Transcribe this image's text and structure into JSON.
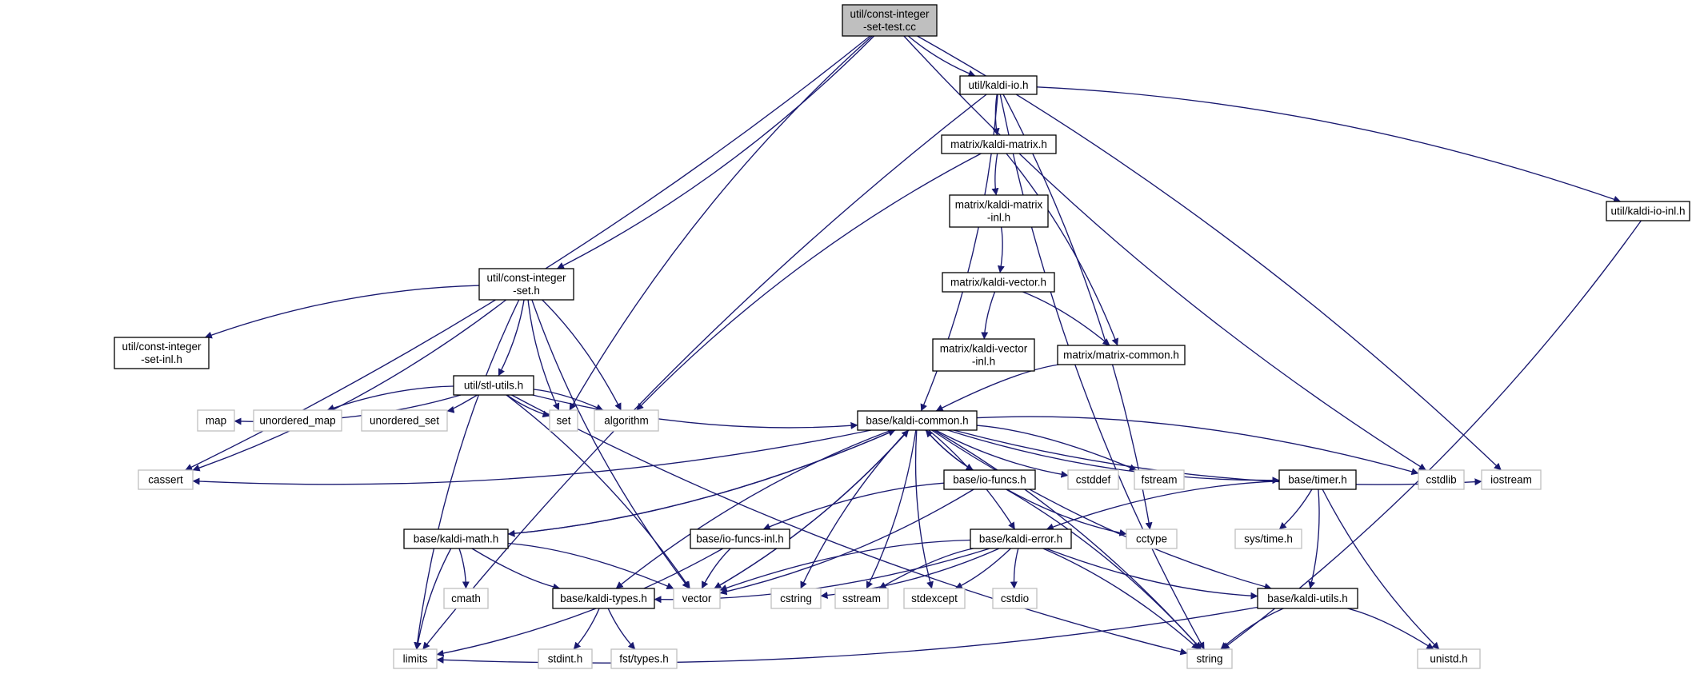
{
  "graph": {
    "colors": {
      "edge": "#191970",
      "node_border": "#000000",
      "external_border": "#bfbfbf",
      "root_fill": "#bfbfbf",
      "text": "#000000",
      "external_text": "#000000"
    },
    "nodes": [
      {
        "id": "root",
        "lines": [
          "util/const-integer",
          "-set-test.cc"
        ],
        "kind": "root"
      },
      {
        "id": "kaldi-io",
        "lines": [
          "util/kaldi-io.h"
        ],
        "kind": "file"
      },
      {
        "id": "kaldi-matrix",
        "lines": [
          "matrix/kaldi-matrix.h"
        ],
        "kind": "file"
      },
      {
        "id": "kaldi-matrix-inl",
        "lines": [
          "matrix/kaldi-matrix",
          "-inl.h"
        ],
        "kind": "file"
      },
      {
        "id": "kaldi-vector",
        "lines": [
          "matrix/kaldi-vector.h"
        ],
        "kind": "file"
      },
      {
        "id": "kaldi-vector-inl",
        "lines": [
          "matrix/kaldi-vector",
          "-inl.h"
        ],
        "kind": "file"
      },
      {
        "id": "matrix-common",
        "lines": [
          "matrix/matrix-common.h"
        ],
        "kind": "file"
      },
      {
        "id": "kaldi-io-inl",
        "lines": [
          "util/kaldi-io-inl.h"
        ],
        "kind": "file"
      },
      {
        "id": "const-integer-set",
        "lines": [
          "util/const-integer",
          "-set.h"
        ],
        "kind": "file"
      },
      {
        "id": "const-integer-set-inl",
        "lines": [
          "util/const-integer",
          "-set-inl.h"
        ],
        "kind": "file"
      },
      {
        "id": "stl-utils",
        "lines": [
          "util/stl-utils.h"
        ],
        "kind": "file"
      },
      {
        "id": "kaldi-common",
        "lines": [
          "base/kaldi-common.h"
        ],
        "kind": "file"
      },
      {
        "id": "io-funcs",
        "lines": [
          "base/io-funcs.h"
        ],
        "kind": "file"
      },
      {
        "id": "io-funcs-inl",
        "lines": [
          "base/io-funcs-inl.h"
        ],
        "kind": "file"
      },
      {
        "id": "kaldi-math",
        "lines": [
          "base/kaldi-math.h"
        ],
        "kind": "file"
      },
      {
        "id": "kaldi-types",
        "lines": [
          "base/kaldi-types.h"
        ],
        "kind": "file"
      },
      {
        "id": "kaldi-error",
        "lines": [
          "base/kaldi-error.h"
        ],
        "kind": "file"
      },
      {
        "id": "timer",
        "lines": [
          "base/timer.h"
        ],
        "kind": "file"
      },
      {
        "id": "kaldi-utils",
        "lines": [
          "base/kaldi-utils.h"
        ],
        "kind": "file"
      },
      {
        "id": "map",
        "lines": [
          "map"
        ],
        "kind": "external"
      },
      {
        "id": "unordered_map",
        "lines": [
          "unordered_map"
        ],
        "kind": "external"
      },
      {
        "id": "unordered_set",
        "lines": [
          "unordered_set"
        ],
        "kind": "external"
      },
      {
        "id": "set",
        "lines": [
          "set"
        ],
        "kind": "external"
      },
      {
        "id": "algorithm",
        "lines": [
          "algorithm"
        ],
        "kind": "external"
      },
      {
        "id": "cassert",
        "lines": [
          "cassert"
        ],
        "kind": "external"
      },
      {
        "id": "cstddef",
        "lines": [
          "cstddef"
        ],
        "kind": "external"
      },
      {
        "id": "fstream",
        "lines": [
          "fstream"
        ],
        "kind": "external"
      },
      {
        "id": "cstdlib",
        "lines": [
          "cstdlib"
        ],
        "kind": "external"
      },
      {
        "id": "iostream",
        "lines": [
          "iostream"
        ],
        "kind": "external"
      },
      {
        "id": "cctype",
        "lines": [
          "cctype"
        ],
        "kind": "external"
      },
      {
        "id": "sys-time",
        "lines": [
          "sys/time.h"
        ],
        "kind": "external"
      },
      {
        "id": "cmath",
        "lines": [
          "cmath"
        ],
        "kind": "external"
      },
      {
        "id": "vector",
        "lines": [
          "vector"
        ],
        "kind": "external"
      },
      {
        "id": "cstring",
        "lines": [
          "cstring"
        ],
        "kind": "external"
      },
      {
        "id": "sstream",
        "lines": [
          "sstream"
        ],
        "kind": "external"
      },
      {
        "id": "stdexcept",
        "lines": [
          "stdexcept"
        ],
        "kind": "external"
      },
      {
        "id": "cstdio",
        "lines": [
          "cstdio"
        ],
        "kind": "external"
      },
      {
        "id": "stdint",
        "lines": [
          "stdint.h"
        ],
        "kind": "external"
      },
      {
        "id": "fst-types",
        "lines": [
          "fst/types.h"
        ],
        "kind": "external"
      },
      {
        "id": "limits",
        "lines": [
          "limits"
        ],
        "kind": "external"
      },
      {
        "id": "string",
        "lines": [
          "string"
        ],
        "kind": "external"
      },
      {
        "id": "unistd",
        "lines": [
          "unistd.h"
        ],
        "kind": "external"
      }
    ],
    "edges": [
      [
        "root",
        "kaldi-io"
      ],
      [
        "root",
        "const-integer-set"
      ],
      [
        "root",
        "set"
      ],
      [
        "root",
        "cassert"
      ],
      [
        "root",
        "cstdlib"
      ],
      [
        "root",
        "iostream"
      ],
      [
        "kaldi-io",
        "kaldi-matrix"
      ],
      [
        "kaldi-io",
        "kaldi-common"
      ],
      [
        "kaldi-io",
        "limits"
      ],
      [
        "kaldi-io",
        "cctype"
      ],
      [
        "kaldi-io",
        "string"
      ],
      [
        "kaldi-io",
        "kaldi-io-inl"
      ],
      [
        "kaldi-matrix",
        "kaldi-matrix-inl"
      ],
      [
        "kaldi-matrix",
        "matrix-common"
      ],
      [
        "kaldi-matrix",
        "algorithm"
      ],
      [
        "kaldi-matrix-inl",
        "kaldi-vector"
      ],
      [
        "kaldi-vector",
        "kaldi-vector-inl"
      ],
      [
        "kaldi-vector",
        "matrix-common"
      ],
      [
        "matrix-common",
        "kaldi-common"
      ],
      [
        "kaldi-io-inl",
        "string"
      ],
      [
        "const-integer-set",
        "const-integer-set-inl"
      ],
      [
        "const-integer-set",
        "stl-utils"
      ],
      [
        "const-integer-set",
        "set"
      ],
      [
        "const-integer-set",
        "algorithm"
      ],
      [
        "const-integer-set",
        "vector"
      ],
      [
        "const-integer-set",
        "cassert"
      ],
      [
        "const-integer-set",
        "limits"
      ],
      [
        "stl-utils",
        "map"
      ],
      [
        "stl-utils",
        "unordered_map"
      ],
      [
        "stl-utils",
        "unordered_set"
      ],
      [
        "stl-utils",
        "set"
      ],
      [
        "stl-utils",
        "algorithm"
      ],
      [
        "stl-utils",
        "kaldi-common"
      ],
      [
        "stl-utils",
        "vector"
      ],
      [
        "stl-utils",
        "string"
      ],
      [
        "kaldi-common",
        "cassert"
      ],
      [
        "kaldi-common",
        "io-funcs"
      ],
      [
        "kaldi-common",
        "kaldi-math"
      ],
      [
        "kaldi-common",
        "kaldi-types"
      ],
      [
        "kaldi-common",
        "vector"
      ],
      [
        "kaldi-common",
        "cstring"
      ],
      [
        "kaldi-common",
        "sstream"
      ],
      [
        "kaldi-common",
        "stdexcept"
      ],
      [
        "kaldi-common",
        "kaldi-error"
      ],
      [
        "kaldi-common",
        "cstddef"
      ],
      [
        "kaldi-common",
        "fstream"
      ],
      [
        "kaldi-common",
        "timer"
      ],
      [
        "kaldi-common",
        "cstdlib"
      ],
      [
        "kaldi-common",
        "iostream"
      ],
      [
        "kaldi-common",
        "string"
      ],
      [
        "kaldi-common",
        "kaldi-utils"
      ],
      [
        "io-funcs",
        "kaldi-common"
      ],
      [
        "io-funcs",
        "io-funcs-inl"
      ],
      [
        "io-funcs",
        "vector"
      ],
      [
        "io-funcs",
        "cctype"
      ],
      [
        "io-funcs",
        "string"
      ],
      [
        "io-funcs-inl",
        "vector"
      ],
      [
        "io-funcs-inl",
        "limits"
      ],
      [
        "kaldi-math",
        "kaldi-common"
      ],
      [
        "kaldi-math",
        "cmath"
      ],
      [
        "kaldi-math",
        "kaldi-types"
      ],
      [
        "kaldi-math",
        "vector"
      ],
      [
        "kaldi-math",
        "limits"
      ],
      [
        "kaldi-types",
        "stdint"
      ],
      [
        "kaldi-types",
        "fst-types"
      ],
      [
        "kaldi-error",
        "kaldi-types"
      ],
      [
        "kaldi-error",
        "vector"
      ],
      [
        "kaldi-error",
        "cstring"
      ],
      [
        "kaldi-error",
        "sstream"
      ],
      [
        "kaldi-error",
        "stdexcept"
      ],
      [
        "kaldi-error",
        "cstdio"
      ],
      [
        "kaldi-error",
        "string"
      ],
      [
        "kaldi-error",
        "kaldi-utils"
      ],
      [
        "timer",
        "sys-time"
      ],
      [
        "timer",
        "kaldi-error"
      ],
      [
        "timer",
        "kaldi-utils"
      ],
      [
        "timer",
        "unistd"
      ],
      [
        "kaldi-utils",
        "limits"
      ],
      [
        "kaldi-utils",
        "string"
      ],
      [
        "kaldi-utils",
        "unistd"
      ],
      [
        "vector",
        "kaldi-common"
      ]
    ]
  }
}
